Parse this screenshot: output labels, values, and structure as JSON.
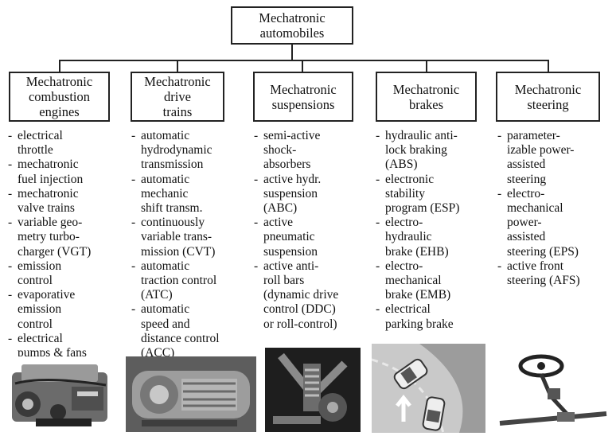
{
  "root": {
    "label": "Mechatronic\nautomobiles"
  },
  "columns": [
    {
      "title": "Mechatronic\ncombustion\nengines",
      "items": [
        "electrical\nthrottle",
        "mechatronic\nfuel injection",
        "mechatronic\nvalve trains",
        "variable geo-\nmetry turbo-\ncharger (VGT)",
        "emission\ncontrol",
        "evaporative\nemission\ncontrol",
        "electrical\npumps & fans"
      ],
      "image_icon": "engine-photo"
    },
    {
      "title": "Mechatronic\ndrive\ntrains",
      "items": [
        "automatic\nhydrodynamic\ntransmission",
        "automatic\nmechanic\nshift transm.",
        "continuously\nvariable trans-\nmission (CVT)",
        "automatic\ntraction control\n(ATC)",
        "automatic\nspeed and\ndistance control\n(ACC)"
      ],
      "image_icon": "transmission-photo"
    },
    {
      "title": "Mechatronic\nsuspensions",
      "items": [
        "semi-active\nshock-\nabsorbers",
        "active hydr.\nsuspension\n(ABC)",
        "active\npneumatic\nsuspension",
        "active anti-\nroll bars\n(dynamic drive\ncontrol (DDC)\nor roll-control)"
      ],
      "image_icon": "suspension-photo"
    },
    {
      "title": "Mechatronic\nbrakes",
      "items": [
        "hydraulic anti-\nlock braking\n(ABS)",
        "electronic\nstability\nprogram (ESP)",
        "electro-\nhydraulic\nbrake (EHB)",
        "electro-\nmechanical\nbrake (EMB)",
        "electrical\nparking brake"
      ],
      "image_icon": "braking-cars-photo"
    },
    {
      "title": "Mechatronic\nsteering",
      "items": [
        "parameter-\nizable power-\nassisted\nsteering",
        "electro-\nmechanical\npower-\nassisted\nsteering (EPS)",
        "active front\nsteering (AFS)"
      ],
      "image_icon": "steering-wheel-photo"
    }
  ]
}
